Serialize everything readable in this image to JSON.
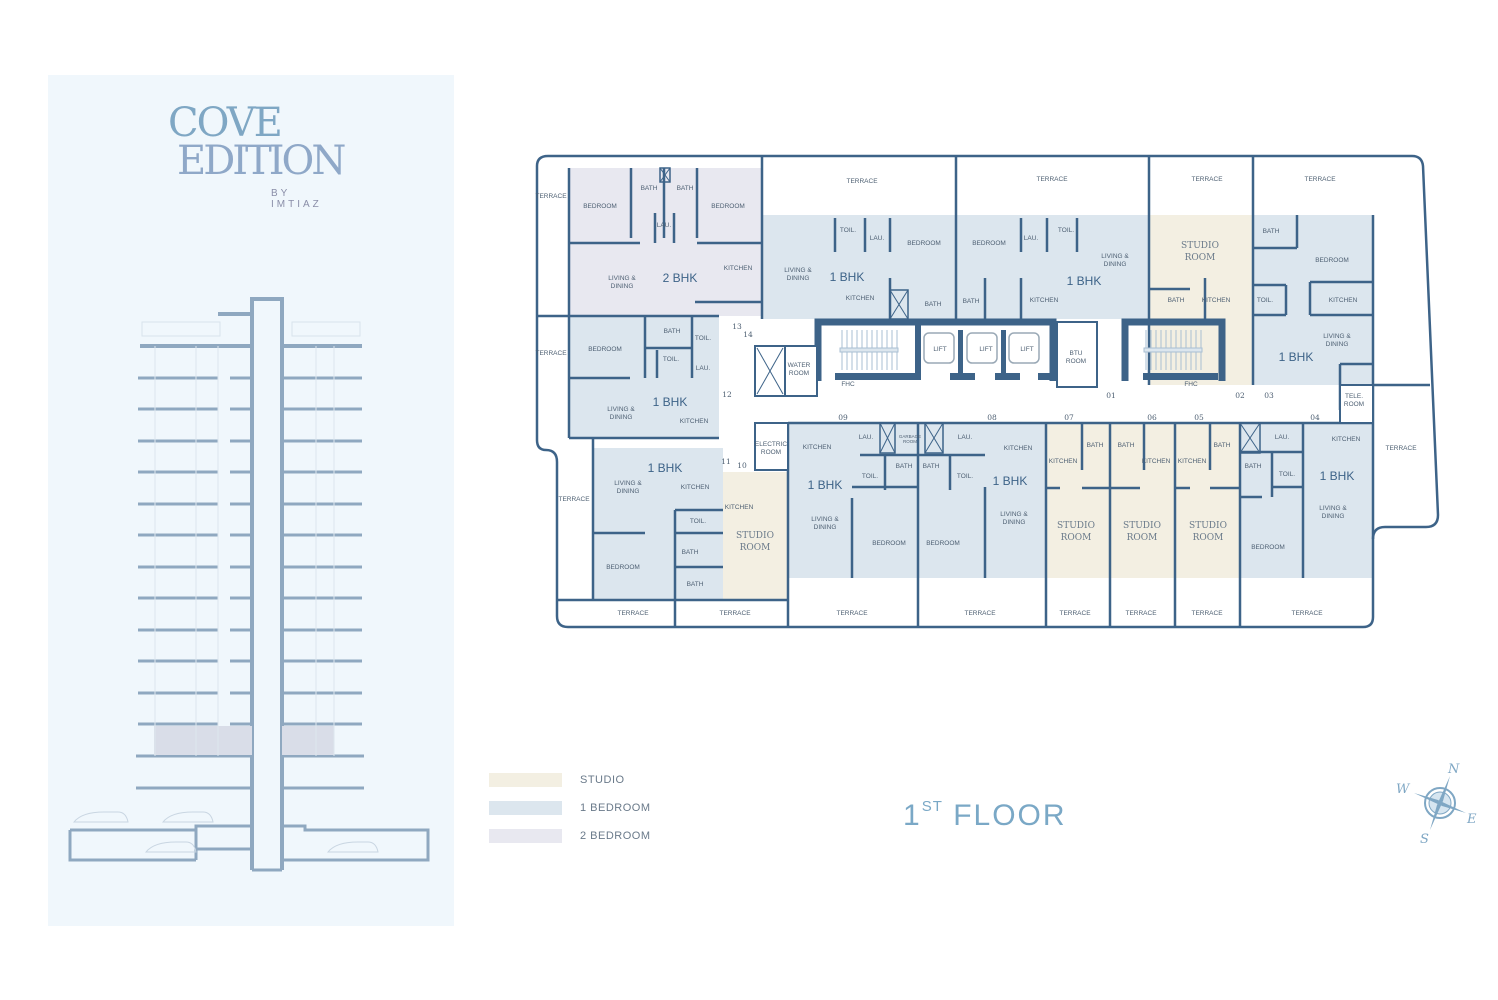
{
  "brand": {
    "line1": "COVE",
    "line2": "EDITION",
    "byline": "BY IMTIAZ"
  },
  "floor_title": {
    "number": "1",
    "suffix": "ST",
    "word": "FLOOR"
  },
  "legend": [
    {
      "label": "STUDIO",
      "color": "#f3efe2"
    },
    {
      "label": "1 BEDROOM",
      "color": "#dce6ee"
    },
    {
      "label": "2 BEDROOM",
      "color": "#e8e8f0"
    }
  ],
  "compass": {
    "n": "N",
    "e": "E",
    "s": "S",
    "w": "W"
  },
  "colors": {
    "wall": "#3d6388",
    "studio": "#f3efe2",
    "one_bed": "#dce6ee",
    "two_bed": "#e8e8f0",
    "panel_bg": "#f0f7fc",
    "title": "#7aa8c6"
  },
  "plan_labels": {
    "terrace": "TERRACE",
    "bedroom": "BEDROOM",
    "bath": "BATH",
    "lau": "LAU.",
    "toil": "TOIL.",
    "kitchen": "KITCHEN",
    "living1": "LIVING &",
    "living2": "DINING",
    "studio1": "STUDIO",
    "studio2": "ROOM",
    "bhk1": "1 BHK",
    "bhk2": "2 BHK",
    "lift": "LIFT",
    "water1": "WATER",
    "water2": "ROOM",
    "btu1": "BTU",
    "btu2": "ROOM",
    "electric1": "ELECTRIC",
    "electric2": "ROOM",
    "garbage1": "GARBAGE",
    "garbage2": "ROOM",
    "tele1": "TELE.",
    "tele2": "ROOM",
    "fhc": "FHC"
  },
  "unit_numbers": [
    "01",
    "02",
    "03",
    "04",
    "05",
    "06",
    "07",
    "08",
    "09",
    "10",
    "11",
    "12",
    "13",
    "14"
  ]
}
